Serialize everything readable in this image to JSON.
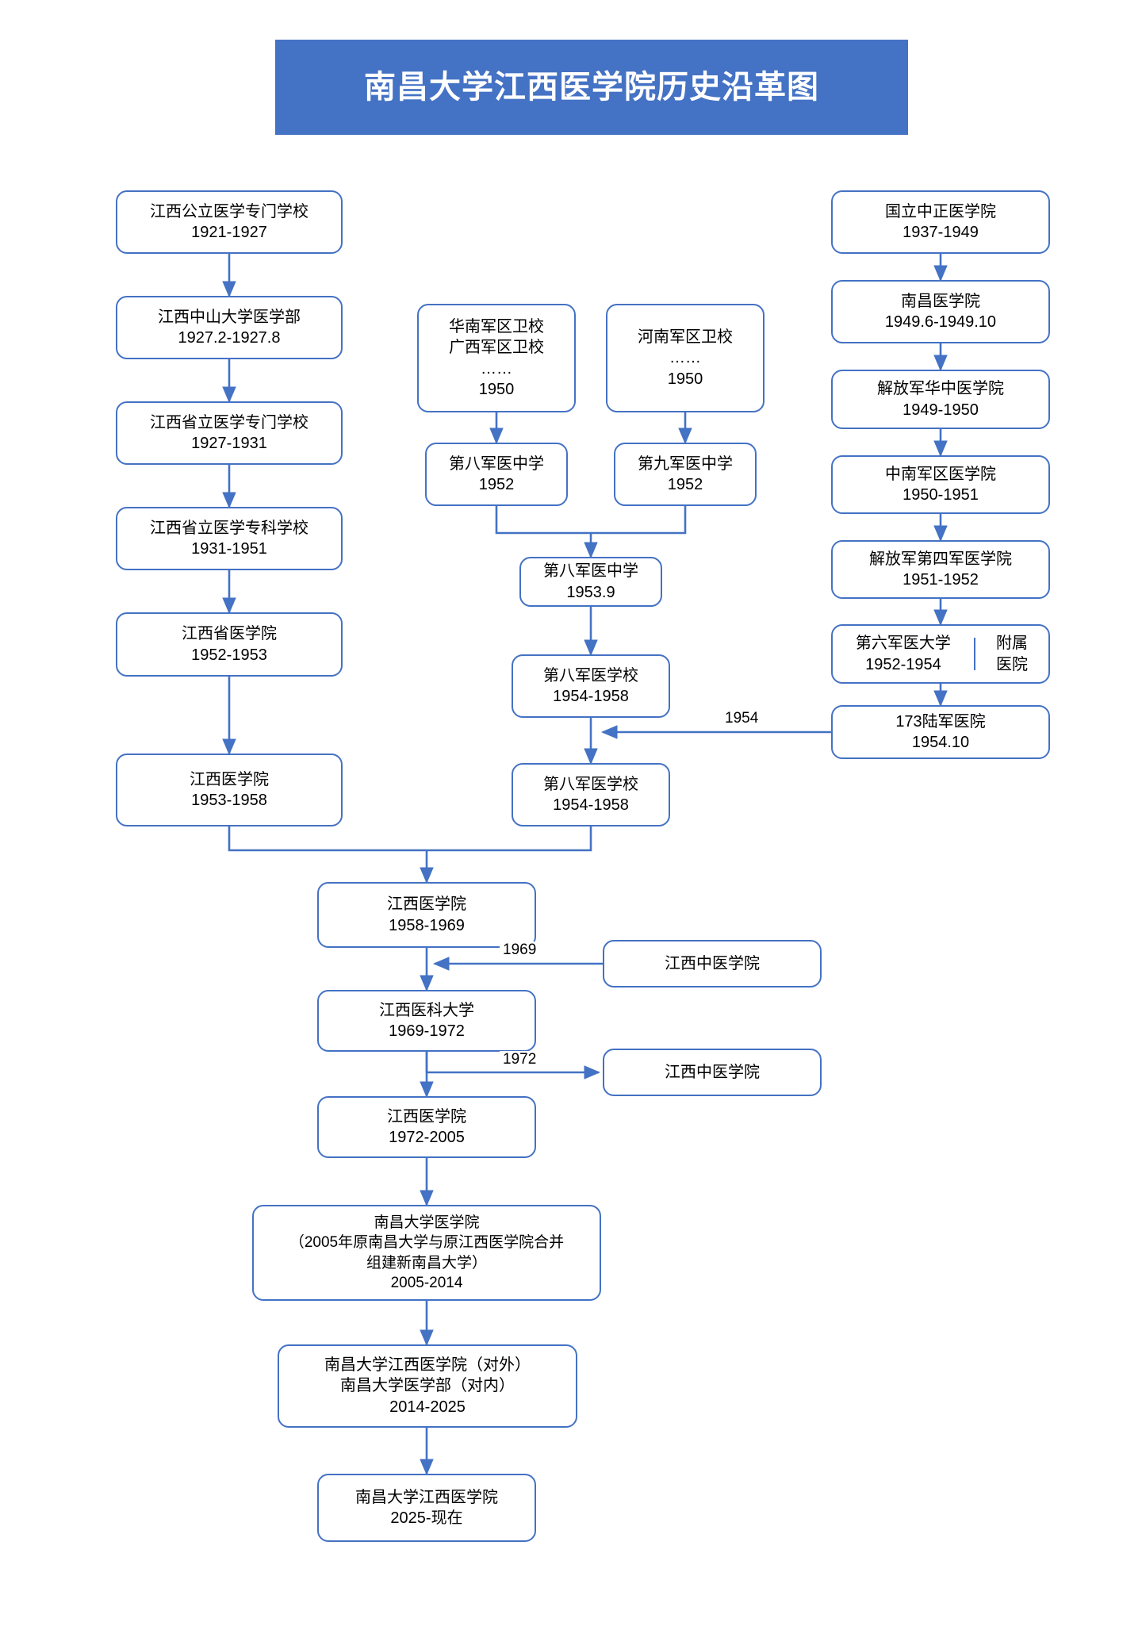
{
  "title": {
    "text": "南昌大学江西医学院历史沿革图",
    "banner_color": "#4472C4",
    "text_color": "#FFFFFF"
  },
  "theme": {
    "box_border": "#4472C4",
    "box_fill": "#FFFFFF",
    "arrow_color": "#4472C4",
    "text_color": "#000000"
  },
  "chart_data": {
    "type": "diagram",
    "title": "南昌大学江西医学院历史沿革图",
    "nodes": [
      {
        "id": "l1",
        "lines": [
          "江西公立医学专门学校",
          "1921-1927"
        ]
      },
      {
        "id": "l2",
        "lines": [
          "江西中山大学医学部",
          "1927.2-1927.8"
        ]
      },
      {
        "id": "l3",
        "lines": [
          "江西省立医学专门学校",
          "1927-1931"
        ]
      },
      {
        "id": "l4",
        "lines": [
          "江西省立医学专科学校",
          "1931-1951"
        ]
      },
      {
        "id": "l5",
        "lines": [
          "江西省医学院",
          "1952-1953"
        ]
      },
      {
        "id": "l6",
        "lines": [
          "江西医学院",
          "1953-1958"
        ]
      },
      {
        "id": "m1",
        "lines": [
          "华南军区卫校",
          "广西军区卫校",
          "……",
          "1950"
        ]
      },
      {
        "id": "m2",
        "lines": [
          "河南军区卫校",
          "……",
          "1950"
        ]
      },
      {
        "id": "m3",
        "lines": [
          "第八军医中学",
          "1952"
        ]
      },
      {
        "id": "m4",
        "lines": [
          "第九军医中学",
          "1952"
        ]
      },
      {
        "id": "m5",
        "lines": [
          "第八军医中学",
          "1953.9"
        ]
      },
      {
        "id": "m6",
        "lines": [
          "第八军医学校",
          "1954-1958"
        ]
      },
      {
        "id": "m7",
        "lines": [
          "第八军医学校",
          "1954-1958"
        ]
      },
      {
        "id": "r1",
        "lines": [
          "国立中正医学院",
          "1937-1949"
        ]
      },
      {
        "id": "r2",
        "lines": [
          "南昌医学院",
          "1949.6-1949.10"
        ]
      },
      {
        "id": "r3",
        "lines": [
          "解放军华中医学院",
          "1949-1950"
        ]
      },
      {
        "id": "r4",
        "lines": [
          "中南军区医学院",
          "1950-1951"
        ]
      },
      {
        "id": "r5",
        "lines": [
          "解放军第四军医学院",
          "1951-1952"
        ]
      },
      {
        "id": "r6",
        "lines": [
          "第六军医大学",
          "1952-1954"
        ],
        "right_lines": [
          "附属",
          "医院"
        ],
        "split": true
      },
      {
        "id": "r7",
        "lines": [
          "173陆军医院",
          "1954.10"
        ]
      },
      {
        "id": "c1",
        "lines": [
          "江西医学院",
          "1958-1969"
        ]
      },
      {
        "id": "c2",
        "lines": [
          "江西医科大学",
          "1969-1972"
        ]
      },
      {
        "id": "c3",
        "lines": [
          "江西医学院",
          "1972-2005"
        ]
      },
      {
        "id": "c4",
        "lines": [
          "南昌大学医学院",
          "（2005年原南昌大学与原江西医学院合并",
          "组建新南昌大学）",
          "2005-2014"
        ]
      },
      {
        "id": "c5",
        "lines": [
          "南昌大学江西医学院（对外）",
          "南昌大学医学部（对内）",
          "2014-2025"
        ]
      },
      {
        "id": "c6",
        "lines": [
          "南昌大学江西医学院",
          "2025-现在"
        ]
      },
      {
        "id": "s1",
        "lines": [
          "江西中医学院"
        ]
      },
      {
        "id": "s2",
        "lines": [
          "江西中医学院"
        ]
      }
    ],
    "edge_labels": [
      {
        "id": "e1954",
        "text": "1954"
      },
      {
        "id": "e1969",
        "text": "1969"
      },
      {
        "id": "e1972",
        "text": "1972"
      }
    ],
    "edges": [
      {
        "from": "l1",
        "to": "l2"
      },
      {
        "from": "l2",
        "to": "l3"
      },
      {
        "from": "l3",
        "to": "l4"
      },
      {
        "from": "l4",
        "to": "l5"
      },
      {
        "from": "l5",
        "to": "l6"
      },
      {
        "from": "l6",
        "to": "c1"
      },
      {
        "from": "m1",
        "to": "m3"
      },
      {
        "from": "m2",
        "to": "m4"
      },
      {
        "from": "m3",
        "to": "m5"
      },
      {
        "from": "m4",
        "to": "m5"
      },
      {
        "from": "m5",
        "to": "m6"
      },
      {
        "from": "m6",
        "to": "m7"
      },
      {
        "from": "m7",
        "to": "c1"
      },
      {
        "from": "r1",
        "to": "r2"
      },
      {
        "from": "r2",
        "to": "r3"
      },
      {
        "from": "r3",
        "to": "r4"
      },
      {
        "from": "r4",
        "to": "r5"
      },
      {
        "from": "r5",
        "to": "r6"
      },
      {
        "from": "r6",
        "to": "r7"
      },
      {
        "from": "r7",
        "to": "m7",
        "label": "1954"
      },
      {
        "from": "c1",
        "to": "c2",
        "label": ""
      },
      {
        "from": "s1",
        "to": "c2",
        "label": "1969"
      },
      {
        "from": "c2",
        "to": "c3"
      },
      {
        "from": "c2",
        "to": "s2",
        "label": "1972"
      },
      {
        "from": "c3",
        "to": "c4"
      },
      {
        "from": "c4",
        "to": "c5"
      },
      {
        "from": "c5",
        "to": "c6"
      }
    ]
  }
}
